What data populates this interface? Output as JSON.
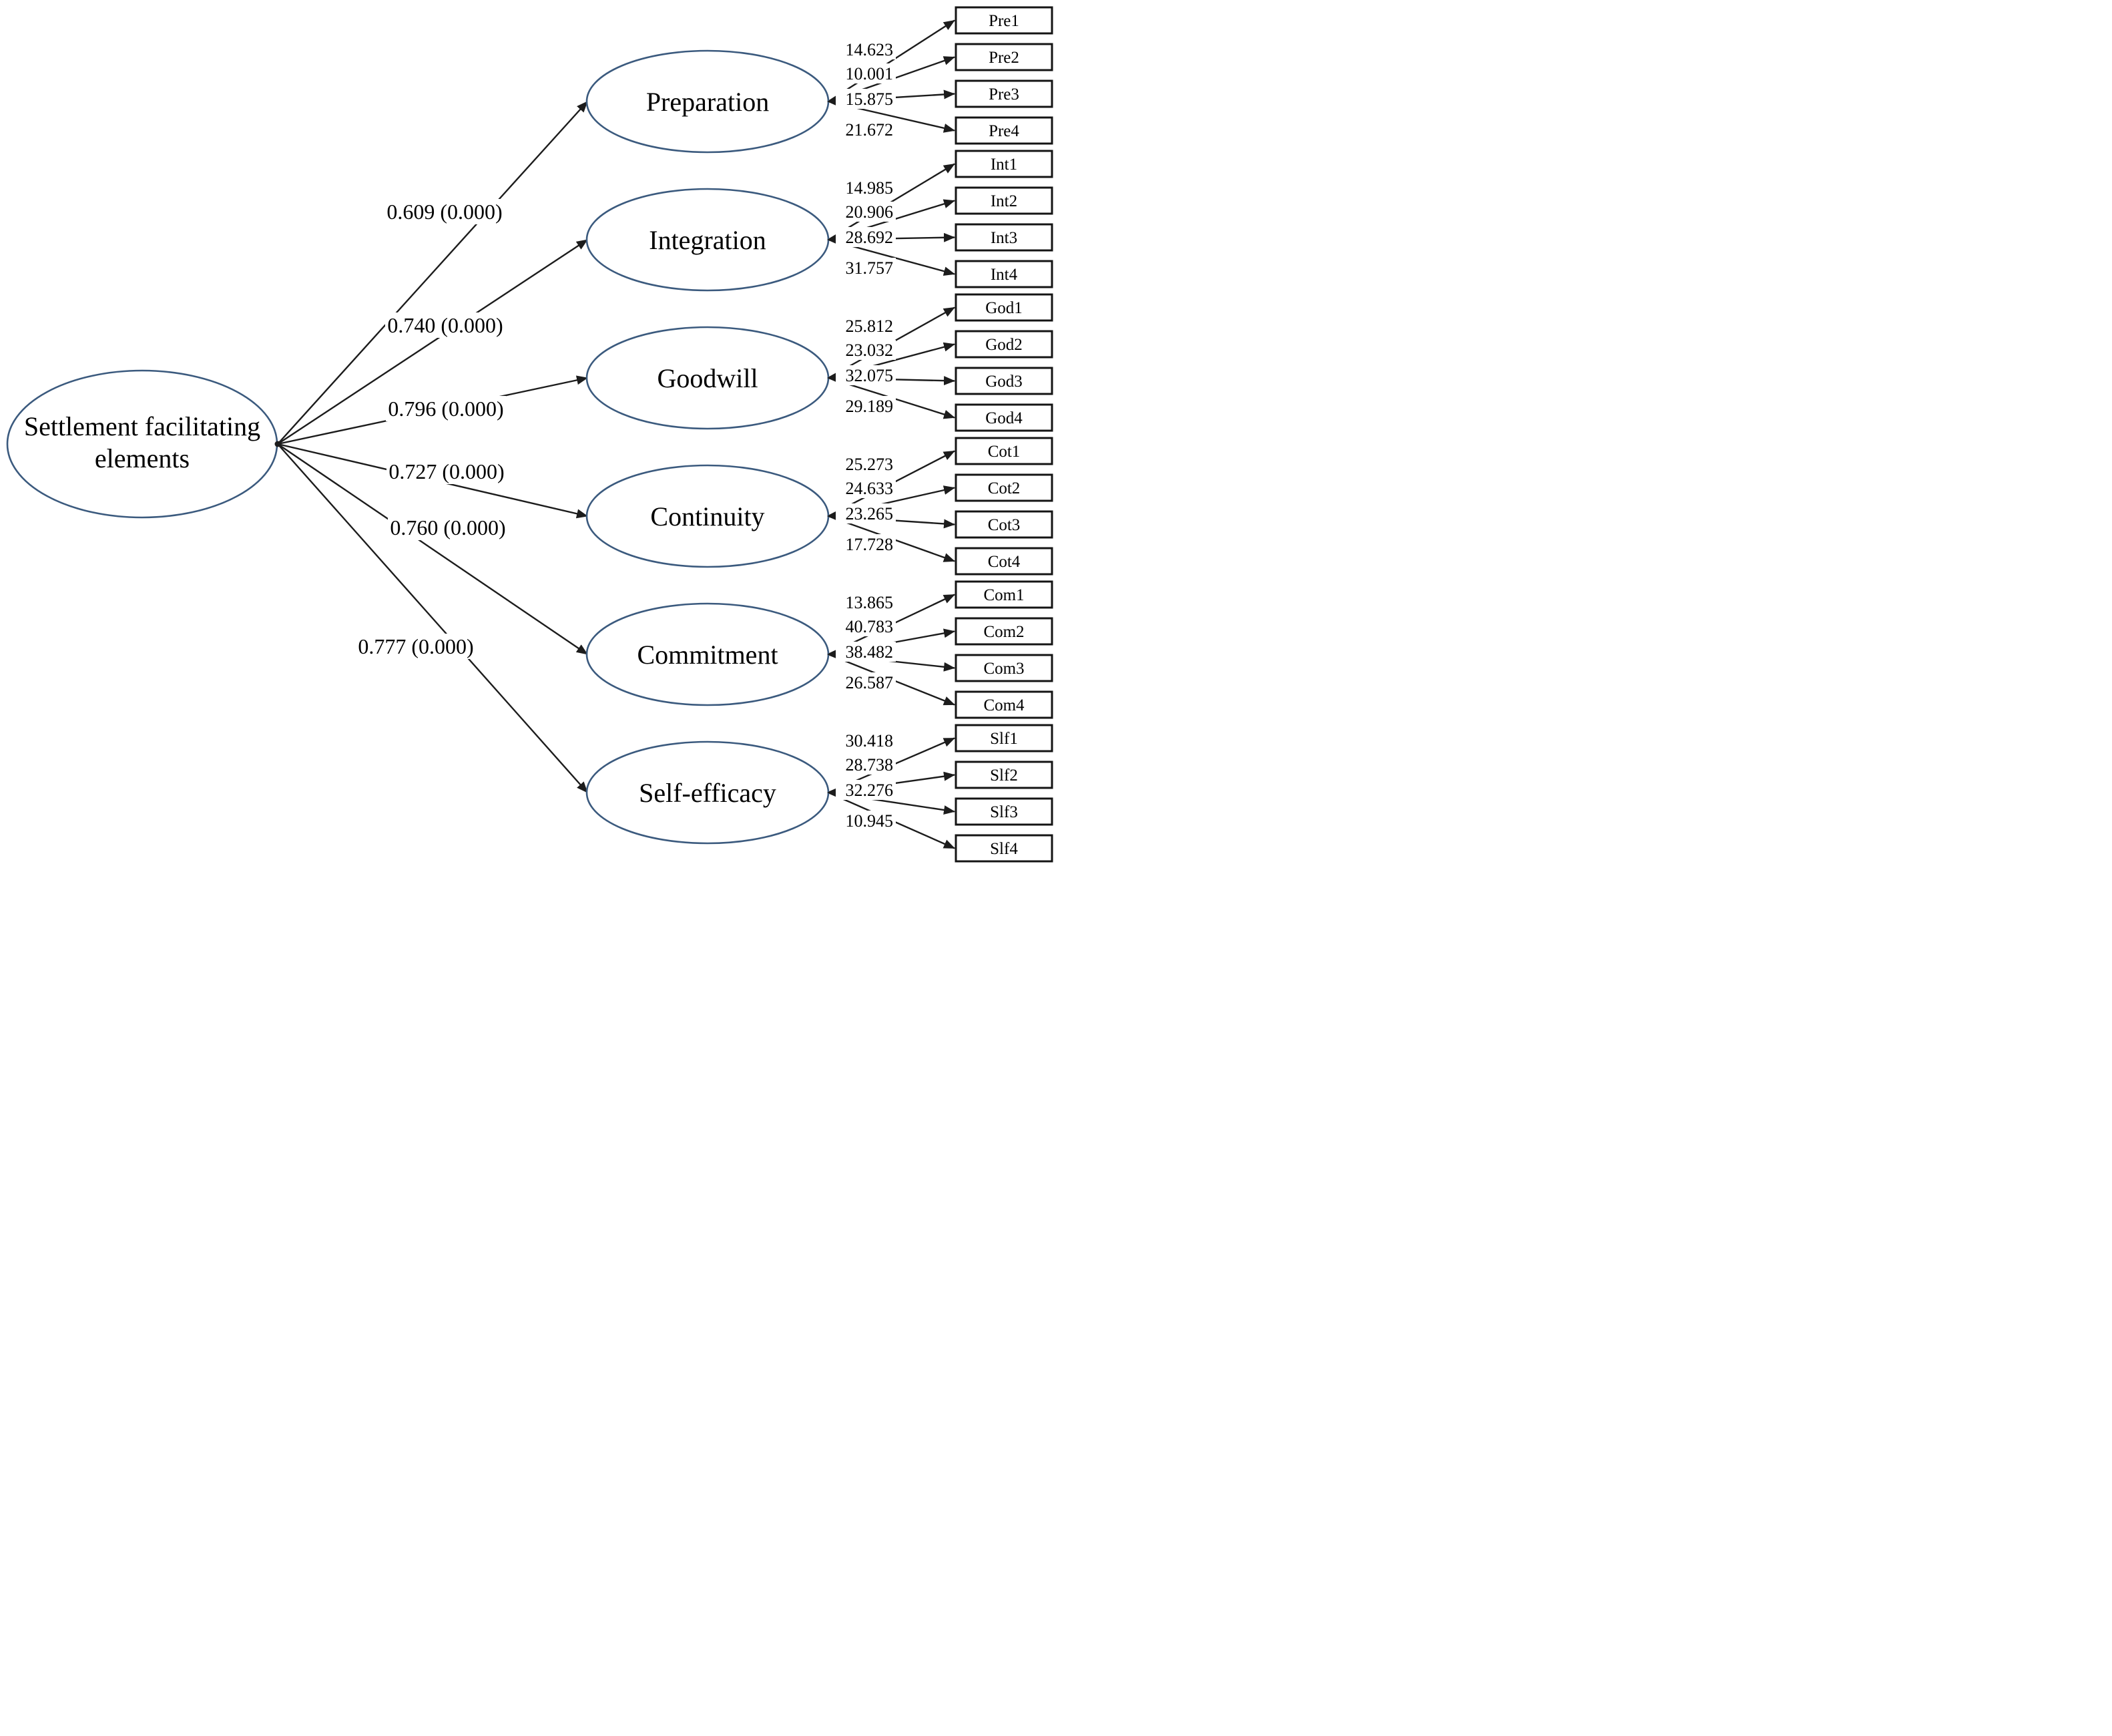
{
  "figure": {
    "title": "SEM measurement model: settlement facilitating elements",
    "colors": {
      "background": "#ffffff",
      "ellipse_stroke": "#3b5a7e",
      "line": "#1c1c1c",
      "text": "#000000"
    },
    "central_factor": {
      "label": [
        "Settlement facilitating",
        "elements"
      ]
    },
    "factors": [
      {
        "name": "Preparation",
        "loading": "0.609 (0.000)",
        "indicators": [
          {
            "id": "Pre1",
            "t_value": "14.623"
          },
          {
            "id": "Pre2",
            "t_value": "10.001"
          },
          {
            "id": "Pre3",
            "t_value": "15.875"
          },
          {
            "id": "Pre4",
            "t_value": "21.672"
          }
        ]
      },
      {
        "name": "Integration",
        "loading": "0.740 (0.000)",
        "indicators": [
          {
            "id": "Int1",
            "t_value": "14.985"
          },
          {
            "id": "Int2",
            "t_value": "20.906"
          },
          {
            "id": "Int3",
            "t_value": "28.692"
          },
          {
            "id": "Int4",
            "t_value": "31.757"
          }
        ]
      },
      {
        "name": "Goodwill",
        "loading": "0.796 (0.000)",
        "indicators": [
          {
            "id": "God1",
            "t_value": "25.812"
          },
          {
            "id": "God2",
            "t_value": "23.032"
          },
          {
            "id": "God3",
            "t_value": "32.075"
          },
          {
            "id": "God4",
            "t_value": "29.189"
          }
        ]
      },
      {
        "name": "Continuity",
        "loading": "0.727 (0.000)",
        "indicators": [
          {
            "id": "Cot1",
            "t_value": "25.273"
          },
          {
            "id": "Cot2",
            "t_value": "24.633"
          },
          {
            "id": "Cot3",
            "t_value": "23.265"
          },
          {
            "id": "Cot4",
            "t_value": "17.728"
          }
        ]
      },
      {
        "name": "Commitment",
        "loading": "0.760 (0.000)",
        "indicators": [
          {
            "id": "Com1",
            "t_value": "13.865"
          },
          {
            "id": "Com2",
            "t_value": "40.783"
          },
          {
            "id": "Com3",
            "t_value": "38.482"
          },
          {
            "id": "Com4",
            "t_value": "26.587"
          }
        ]
      },
      {
        "name": "Self-efficacy",
        "loading": "0.777 (0.000)",
        "indicators": [
          {
            "id": "Slf1",
            "t_value": "30.418"
          },
          {
            "id": "Slf2",
            "t_value": "28.738"
          },
          {
            "id": "Slf3",
            "t_value": "32.276"
          },
          {
            "id": "Slf4",
            "t_value": "10.945"
          }
        ]
      }
    ]
  }
}
